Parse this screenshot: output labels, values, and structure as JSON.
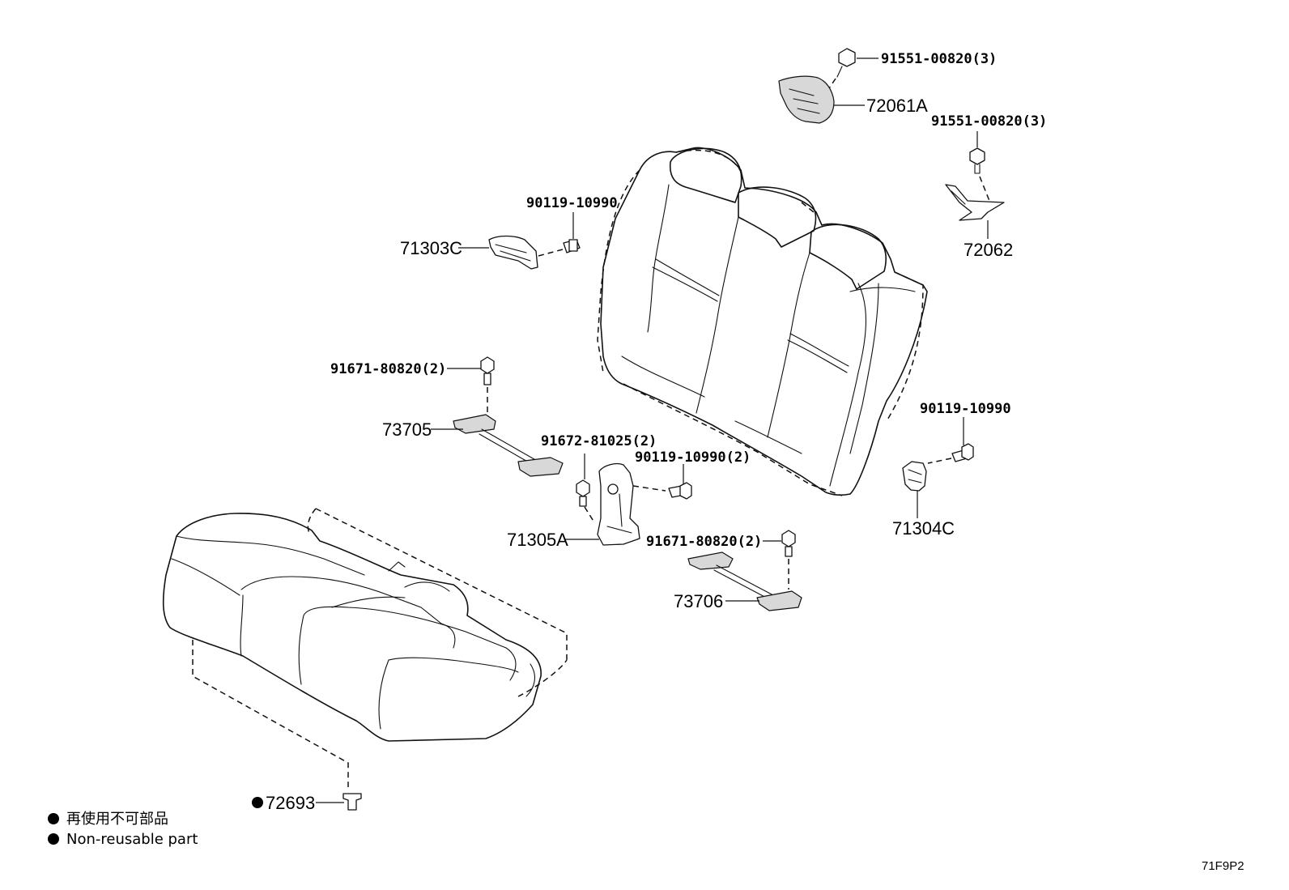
{
  "labels": {
    "p91551_top": "91551-00820(3)",
    "p72061A": "72061A",
    "p91551_right": "91551-00820(3)",
    "p72062": "72062",
    "p90119_upper": "90119-10990",
    "p71303C": "71303C",
    "p91671_left": "91671-80820(2)",
    "p73705": "73705",
    "p91672": "91672-81025(2)",
    "p90119_mid": "90119-10990(2)",
    "p90119_right": "90119-10990",
    "p71304C": "71304C",
    "p71305A": "71305A",
    "p91671_right": "91671-80820(2)",
    "p73706": "73706",
    "p72693": "72693"
  },
  "legend": {
    "line1": "再使用不可部品",
    "line2": "Non-reusable part"
  },
  "diagram_code": "71F9P2"
}
